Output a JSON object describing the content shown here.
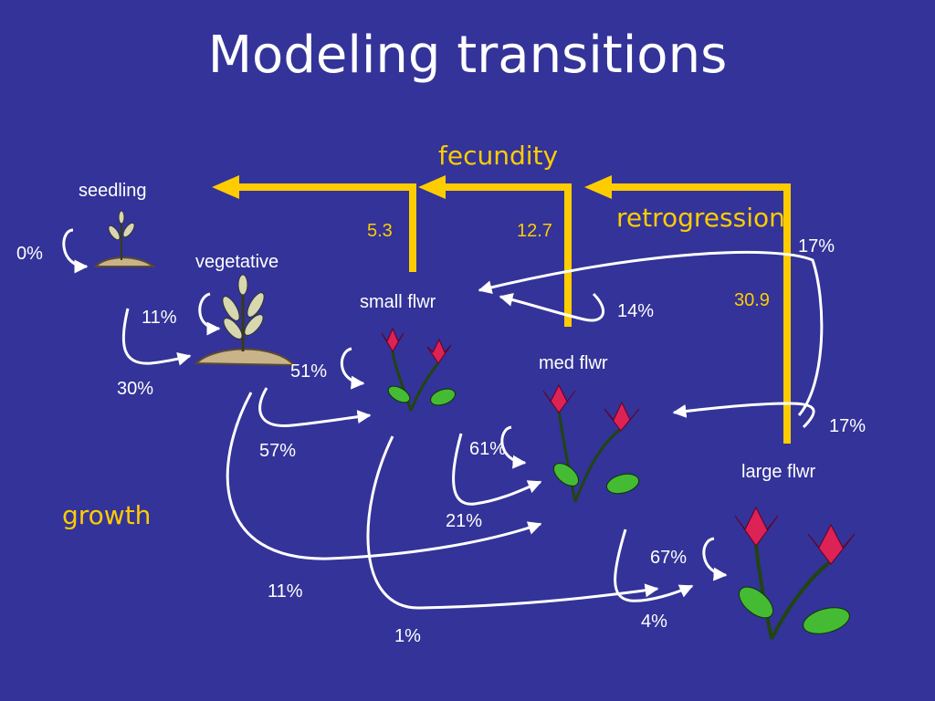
{
  "title": "Modeling transitions",
  "sections": {
    "fecundity": "fecundity",
    "retrogression": "retrogression",
    "growth": "growth"
  },
  "stages": {
    "seedling": "seedling",
    "vegetative": "vegetative",
    "small": "small flwr",
    "medium": "med flwr",
    "large": "large flwr"
  },
  "fecundity_values": {
    "small": "5.3",
    "medium": "12.7",
    "large": "30.9"
  },
  "stasis": {
    "seedling": "0%",
    "vegetative": "11%",
    "small": "51%",
    "medium": "61%",
    "large": "67%"
  },
  "growth": {
    "veg_to_veg_down": "30%",
    "veg_to_small": "57%",
    "veg_to_med": "11%",
    "small_to_med": "21%",
    "small_to_large": "1%",
    "med_to_large": "4%"
  },
  "retrogression": {
    "med_to_small": "14%",
    "large_to_small": "17%",
    "large_to_med": "17%"
  },
  "colors": {
    "background": "#333399",
    "fecundity_arrow": "#ffcc00",
    "label_yellow": "#ffcc00",
    "text": "#ffffff"
  }
}
